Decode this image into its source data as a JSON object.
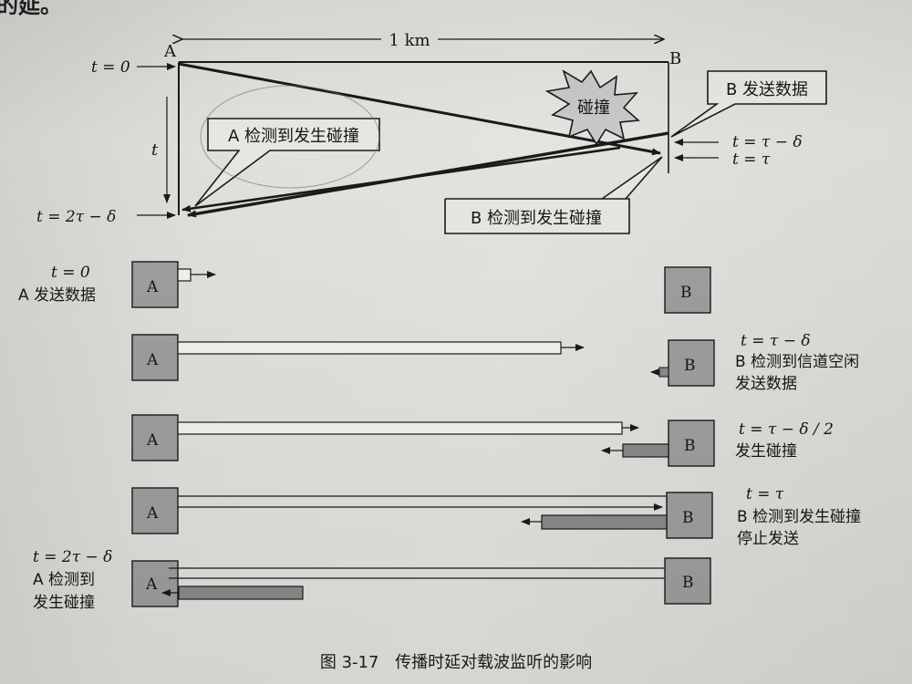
{
  "top_fragment": "的延。",
  "diagram": {
    "station_a": "A",
    "station_b": "B",
    "distance": "1 km",
    "t0": "t = 0",
    "t_axis": "t",
    "t_2tau": "t = 2τ − δ",
    "t_tau_minus": "t = τ − δ",
    "t_tau": "t = τ",
    "collision": "碰撞",
    "a_detect": "A 检测到发生碰撞",
    "b_send": "B 发送数据",
    "b_detect": "B 检测到发生碰撞"
  },
  "rows": [
    {
      "time": "t = 0",
      "desc": "A 发送数据"
    },
    {
      "time": "t = τ − δ",
      "desc_lines": [
        "B 检测到信道空闲",
        "发送数据"
      ]
    },
    {
      "time": "t = τ − δ / 2",
      "desc": "发生碰撞"
    },
    {
      "time": "t = τ",
      "desc_lines": [
        "B 检测到发生碰撞",
        "停止发送"
      ]
    },
    {
      "time": "t = 2τ − δ",
      "desc_lines": [
        "A 检测到",
        "发生碰撞"
      ]
    }
  ],
  "caption": {
    "figure_no": "图 3-17",
    "title": "传播时延对载波监听的影响"
  }
}
